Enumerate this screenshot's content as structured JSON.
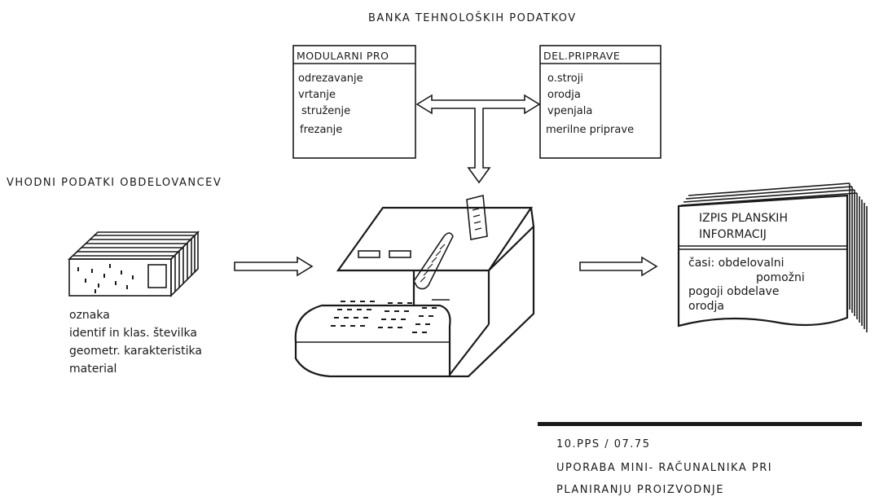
{
  "bank_title": "BANKA TEHNOLOŠKIH PODATKOV",
  "modular_box": {
    "title": "MODULARNI PRO",
    "items": [
      "odrezavanje",
      "vrtanje",
      "struženje",
      "frezanje"
    ]
  },
  "prep_box": {
    "title": "DEL.PRIPRAVE",
    "items": [
      "o.stroji",
      "orodja",
      "vpenjala",
      "merilne priprave"
    ]
  },
  "input_title": "VHODNI PODATKI OBDELOVANCEV",
  "input_items": [
    "oznaka",
    "identif in klas. številka",
    "geometr. karakteristika",
    "material"
  ],
  "output_box": {
    "title_line1": "IZPIS PLANSKIH",
    "title_line2": "INFORMACIJ",
    "lines": [
      "časi: obdelovalni",
      "pomožni",
      "pogoji obdelave",
      "orodja"
    ]
  },
  "caption": {
    "code": "10.PPS / 07.75",
    "line1": "UPORABA MINI- RAČUNALNIKA PRI",
    "line2": "PLANIRANJU PROIZVODNJE"
  }
}
